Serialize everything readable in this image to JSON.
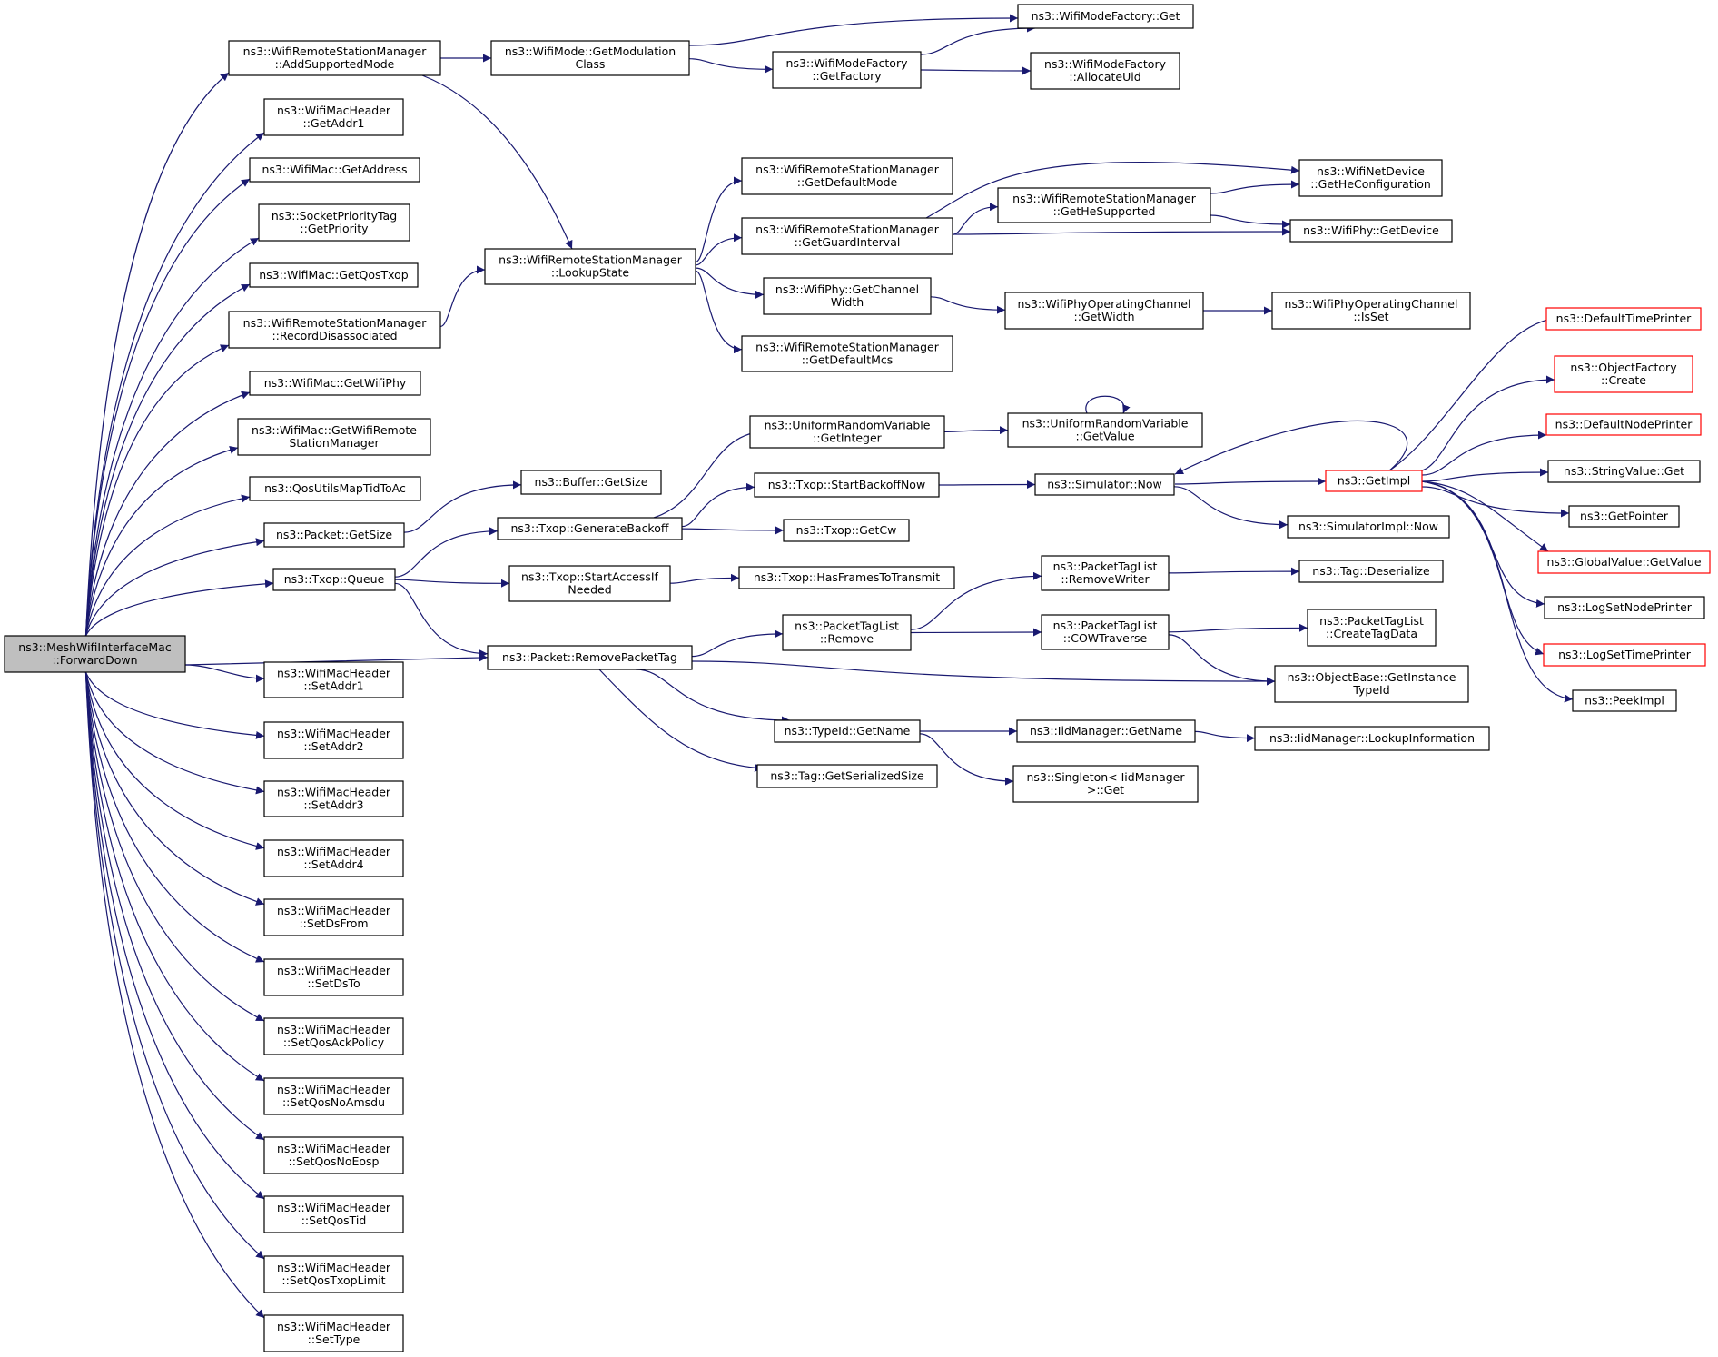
{
  "graph": {
    "title": "",
    "colors": {
      "edge": "#191970",
      "node_border": "#000000",
      "truncated_border": "#ff0000",
      "root_fill": "#bfbfbf",
      "node_fill": "#ffffff"
    },
    "nodes": [
      {
        "id": "forwarddown",
        "lines": [
          "ns3::MeshWifiInterfaceMac",
          "::ForwardDown"
        ],
        "root": true
      },
      {
        "id": "addsupportedmode",
        "lines": [
          "ns3::WifiRemoteStationManager",
          "::AddSupportedMode"
        ]
      },
      {
        "id": "getaddr1",
        "lines": [
          "ns3::WifiMacHeader",
          "::GetAddr1"
        ]
      },
      {
        "id": "getaddress",
        "lines": [
          "ns3::WifiMac::GetAddress"
        ]
      },
      {
        "id": "getpriority",
        "lines": [
          "ns3::SocketPriorityTag",
          "::GetPriority"
        ]
      },
      {
        "id": "getqostxop",
        "lines": [
          "ns3::WifiMac::GetQosTxop"
        ]
      },
      {
        "id": "recorddisassociated",
        "lines": [
          "ns3::WifiRemoteStationManager",
          "::RecordDisassociated"
        ]
      },
      {
        "id": "getwifiphy",
        "lines": [
          "ns3::WifiMac::GetWifiPhy"
        ]
      },
      {
        "id": "getwifiremotestationmanager",
        "lines": [
          "ns3::WifiMac::GetWifiRemote",
          "StationManager"
        ]
      },
      {
        "id": "qosutilsmaptidtoac",
        "lines": [
          "ns3::QosUtilsMapTidToAc"
        ]
      },
      {
        "id": "packetgetsize",
        "lines": [
          "ns3::Packet::GetSize"
        ]
      },
      {
        "id": "txopqueue",
        "lines": [
          "ns3::Txop::Queue"
        ]
      },
      {
        "id": "setaddr1",
        "lines": [
          "ns3::WifiMacHeader",
          "::SetAddr1"
        ]
      },
      {
        "id": "setaddr2",
        "lines": [
          "ns3::WifiMacHeader",
          "::SetAddr2"
        ]
      },
      {
        "id": "setaddr3",
        "lines": [
          "ns3::WifiMacHeader",
          "::SetAddr3"
        ]
      },
      {
        "id": "setaddr4",
        "lines": [
          "ns3::WifiMacHeader",
          "::SetAddr4"
        ]
      },
      {
        "id": "setdsfrom",
        "lines": [
          "ns3::WifiMacHeader",
          "::SetDsFrom"
        ]
      },
      {
        "id": "setdsto",
        "lines": [
          "ns3::WifiMacHeader",
          "::SetDsTo"
        ]
      },
      {
        "id": "setqosackpolicy",
        "lines": [
          "ns3::WifiMacHeader",
          "::SetQosAckPolicy"
        ]
      },
      {
        "id": "setqosnoamsdu",
        "lines": [
          "ns3::WifiMacHeader",
          "::SetQosNoAmsdu"
        ]
      },
      {
        "id": "setqosnoeosp",
        "lines": [
          "ns3::WifiMacHeader",
          "::SetQosNoEosp"
        ]
      },
      {
        "id": "setqostid",
        "lines": [
          "ns3::WifiMacHeader",
          "::SetQosTid"
        ]
      },
      {
        "id": "setqostxoplimit",
        "lines": [
          "ns3::WifiMacHeader",
          "::SetQosTxopLimit"
        ]
      },
      {
        "id": "settype",
        "lines": [
          "ns3::WifiMacHeader",
          "::SetType"
        ]
      },
      {
        "id": "getmodulationclass",
        "lines": [
          "ns3::WifiMode::GetModulation",
          "Class"
        ]
      },
      {
        "id": "lookupstate",
        "lines": [
          "ns3::WifiRemoteStationManager",
          "::LookupState"
        ]
      },
      {
        "id": "buffergetsize",
        "lines": [
          "ns3::Buffer::GetSize"
        ]
      },
      {
        "id": "generatebackoff",
        "lines": [
          "ns3::Txop::GenerateBackoff"
        ]
      },
      {
        "id": "startaccessifneeded",
        "lines": [
          "ns3::Txop::StartAccessIf",
          "Needed"
        ]
      },
      {
        "id": "removepackettag",
        "lines": [
          "ns3::Packet::RemovePacketTag"
        ]
      },
      {
        "id": "wifimodefactoryget",
        "lines": [
          "ns3::WifiModeFactory::Get"
        ]
      },
      {
        "id": "getfactory",
        "lines": [
          "ns3::WifiModeFactory",
          "::GetFactory"
        ]
      },
      {
        "id": "allocateuid",
        "lines": [
          "ns3::WifiModeFactory",
          "::AllocateUid"
        ]
      },
      {
        "id": "getdefaultmode",
        "lines": [
          "ns3::WifiRemoteStationManager",
          "::GetDefaultMode"
        ]
      },
      {
        "id": "getguardinterval",
        "lines": [
          "ns3::WifiRemoteStationManager",
          "::GetGuardInterval"
        ]
      },
      {
        "id": "getchannelwidth",
        "lines": [
          "ns3::WifiPhy::GetChannel",
          "Width"
        ]
      },
      {
        "id": "getdefaultmcs",
        "lines": [
          "ns3::WifiRemoteStationManager",
          "::GetDefaultMcs"
        ]
      },
      {
        "id": "uniformgetinteger",
        "lines": [
          "ns3::UniformRandomVariable",
          "::GetInteger"
        ]
      },
      {
        "id": "startbackoffnow",
        "lines": [
          "ns3::Txop::StartBackoffNow"
        ]
      },
      {
        "id": "txopgetcw",
        "lines": [
          "ns3::Txop::GetCw"
        ]
      },
      {
        "id": "hasframestotransmit",
        "lines": [
          "ns3::Txop::HasFramesToTransmit"
        ]
      },
      {
        "id": "packettaglistremove",
        "lines": [
          "ns3::PacketTagList",
          "::Remove"
        ]
      },
      {
        "id": "typeidgetname",
        "lines": [
          "ns3::TypeId::GetName"
        ]
      },
      {
        "id": "taggetserializedsize",
        "lines": [
          "ns3::Tag::GetSerializedSize"
        ]
      },
      {
        "id": "gethesupported",
        "lines": [
          "ns3::WifiRemoteStationManager",
          "::GetHeSupported"
        ]
      },
      {
        "id": "getheconfiguration",
        "lines": [
          "ns3::WifiNetDevice",
          "::GetHeConfiguration"
        ]
      },
      {
        "id": "wifiphygetdevice",
        "lines": [
          "ns3::WifiPhy::GetDevice"
        ]
      },
      {
        "id": "operatingchannelgetwidth",
        "lines": [
          "ns3::WifiPhyOperatingChannel",
          "::GetWidth"
        ]
      },
      {
        "id": "operatingchannelisset",
        "lines": [
          "ns3::WifiPhyOperatingChannel",
          "::IsSet"
        ]
      },
      {
        "id": "uniformgetvalue",
        "lines": [
          "ns3::UniformRandomVariable",
          "::GetValue"
        ]
      },
      {
        "id": "simulatornow",
        "lines": [
          "ns3::Simulator::Now"
        ]
      },
      {
        "id": "simulatorimplnow",
        "lines": [
          "ns3::SimulatorImpl::Now"
        ]
      },
      {
        "id": "removewriter",
        "lines": [
          "ns3::PacketTagList",
          "::RemoveWriter"
        ]
      },
      {
        "id": "cowtraverse",
        "lines": [
          "ns3::PacketTagList",
          "::COWTraverse"
        ]
      },
      {
        "id": "tagdeserialize",
        "lines": [
          "ns3::Tag::Deserialize"
        ]
      },
      {
        "id": "createtagdata",
        "lines": [
          "ns3::PacketTagList",
          "::CreateTagData"
        ]
      },
      {
        "id": "getinstancetypeid",
        "lines": [
          "ns3::ObjectBase::GetInstance",
          "TypeId"
        ]
      },
      {
        "id": "iidmanagergetname",
        "lines": [
          "ns3::IidManager::GetName"
        ]
      },
      {
        "id": "singletonget",
        "lines": [
          "ns3::Singleton< IidManager",
          ">::Get"
        ]
      },
      {
        "id": "lookupinformation",
        "lines": [
          "ns3::IidManager::LookupInformation"
        ]
      },
      {
        "id": "getimpl",
        "lines": [
          "ns3::GetImpl"
        ],
        "truncated": true
      },
      {
        "id": "defaulttimeprinter",
        "lines": [
          "ns3::DefaultTimePrinter"
        ],
        "truncated": true
      },
      {
        "id": "objectfactorycreate",
        "lines": [
          "ns3::ObjectFactory",
          "::Create"
        ],
        "truncated": true
      },
      {
        "id": "defaultnodeprinter",
        "lines": [
          "ns3::DefaultNodePrinter"
        ],
        "truncated": true
      },
      {
        "id": "stringvalueget",
        "lines": [
          "ns3::StringValue::Get"
        ]
      },
      {
        "id": "getpointer",
        "lines": [
          "ns3::GetPointer"
        ]
      },
      {
        "id": "globalvaluegetvalue",
        "lines": [
          "ns3::GlobalValue::GetValue"
        ],
        "truncated": true
      },
      {
        "id": "logsetnodeprinter",
        "lines": [
          "ns3::LogSetNodePrinter"
        ]
      },
      {
        "id": "logsettimeprinter",
        "lines": [
          "ns3::LogSetTimePrinter"
        ],
        "truncated": true
      },
      {
        "id": "peekimpl",
        "lines": [
          "ns3::PeekImpl"
        ]
      }
    ],
    "edges": [
      {
        "from": "forwarddown",
        "to": "addsupportedmode"
      },
      {
        "from": "forwarddown",
        "to": "getaddr1"
      },
      {
        "from": "forwarddown",
        "to": "getaddress"
      },
      {
        "from": "forwarddown",
        "to": "getpriority"
      },
      {
        "from": "forwarddown",
        "to": "getqostxop"
      },
      {
        "from": "forwarddown",
        "to": "recorddisassociated"
      },
      {
        "from": "forwarddown",
        "to": "getwifiphy"
      },
      {
        "from": "forwarddown",
        "to": "getwifiremotestationmanager"
      },
      {
        "from": "forwarddown",
        "to": "qosutilsmaptidtoac"
      },
      {
        "from": "forwarddown",
        "to": "packetgetsize"
      },
      {
        "from": "forwarddown",
        "to": "txopqueue"
      },
      {
        "from": "forwarddown",
        "to": "removepackettag"
      },
      {
        "from": "forwarddown",
        "to": "setaddr1"
      },
      {
        "from": "forwarddown",
        "to": "setaddr2"
      },
      {
        "from": "forwarddown",
        "to": "setaddr3"
      },
      {
        "from": "forwarddown",
        "to": "setaddr4"
      },
      {
        "from": "forwarddown",
        "to": "setdsfrom"
      },
      {
        "from": "forwarddown",
        "to": "setdsto"
      },
      {
        "from": "forwarddown",
        "to": "setqosackpolicy"
      },
      {
        "from": "forwarddown",
        "to": "setqosnoamsdu"
      },
      {
        "from": "forwarddown",
        "to": "setqosnoeosp"
      },
      {
        "from": "forwarddown",
        "to": "setqostid"
      },
      {
        "from": "forwarddown",
        "to": "setqostxoplimit"
      },
      {
        "from": "forwarddown",
        "to": "settype"
      },
      {
        "from": "addsupportedmode",
        "to": "getmodulationclass"
      },
      {
        "from": "addsupportedmode",
        "to": "lookupstate"
      },
      {
        "from": "getmodulationclass",
        "to": "wifimodefactoryget"
      },
      {
        "from": "getmodulationclass",
        "to": "getfactory"
      },
      {
        "from": "getfactory",
        "to": "wifimodefactoryget"
      },
      {
        "from": "getfactory",
        "to": "allocateuid"
      },
      {
        "from": "recorddisassociated",
        "to": "lookupstate"
      },
      {
        "from": "lookupstate",
        "to": "getdefaultmode"
      },
      {
        "from": "lookupstate",
        "to": "getguardinterval"
      },
      {
        "from": "lookupstate",
        "to": "getchannelwidth"
      },
      {
        "from": "lookupstate",
        "to": "getdefaultmcs"
      },
      {
        "from": "getguardinterval",
        "to": "gethesupported"
      },
      {
        "from": "getguardinterval",
        "to": "getheconfiguration"
      },
      {
        "from": "getguardinterval",
        "to": "wifiphygetdevice"
      },
      {
        "from": "gethesupported",
        "to": "getheconfiguration"
      },
      {
        "from": "gethesupported",
        "to": "wifiphygetdevice"
      },
      {
        "from": "getchannelwidth",
        "to": "operatingchannelgetwidth"
      },
      {
        "from": "operatingchannelgetwidth",
        "to": "operatingchannelisset"
      },
      {
        "from": "packetgetsize",
        "to": "buffergetsize"
      },
      {
        "from": "txopqueue",
        "to": "generatebackoff"
      },
      {
        "from": "txopqueue",
        "to": "startaccessifneeded"
      },
      {
        "from": "txopqueue",
        "to": "removepackettag"
      },
      {
        "from": "generatebackoff",
        "to": "uniformgetinteger"
      },
      {
        "from": "generatebackoff",
        "to": "startbackoffnow"
      },
      {
        "from": "generatebackoff",
        "to": "txopgetcw"
      },
      {
        "from": "uniformgetinteger",
        "to": "uniformgetvalue"
      },
      {
        "from": "uniformgetvalue",
        "to": "uniformgetvalue"
      },
      {
        "from": "startbackoffnow",
        "to": "simulatornow"
      },
      {
        "from": "startaccessifneeded",
        "to": "hasframestotransmit"
      },
      {
        "from": "simulatornow",
        "to": "getimpl"
      },
      {
        "from": "simulatornow",
        "to": "simulatorimplnow"
      },
      {
        "from": "getimpl",
        "to": "simulatornow"
      },
      {
        "from": "getimpl",
        "to": "defaulttimeprinter"
      },
      {
        "from": "getimpl",
        "to": "objectfactorycreate"
      },
      {
        "from": "getimpl",
        "to": "defaultnodeprinter"
      },
      {
        "from": "getimpl",
        "to": "stringvalueget"
      },
      {
        "from": "getimpl",
        "to": "getpointer"
      },
      {
        "from": "getimpl",
        "to": "globalvaluegetvalue"
      },
      {
        "from": "getimpl",
        "to": "logsetnodeprinter"
      },
      {
        "from": "getimpl",
        "to": "logsettimeprinter"
      },
      {
        "from": "getimpl",
        "to": "peekimpl"
      },
      {
        "from": "removepackettag",
        "to": "packettaglistremove"
      },
      {
        "from": "removepackettag",
        "to": "getinstancetypeid"
      },
      {
        "from": "removepackettag",
        "to": "typeidgetname"
      },
      {
        "from": "removepackettag",
        "to": "taggetserializedsize"
      },
      {
        "from": "packettaglistremove",
        "to": "removewriter"
      },
      {
        "from": "packettaglistremove",
        "to": "cowtraverse"
      },
      {
        "from": "removewriter",
        "to": "tagdeserialize"
      },
      {
        "from": "cowtraverse",
        "to": "createtagdata"
      },
      {
        "from": "cowtraverse",
        "to": "getinstancetypeid"
      },
      {
        "from": "typeidgetname",
        "to": "iidmanagergetname"
      },
      {
        "from": "typeidgetname",
        "to": "singletonget"
      },
      {
        "from": "iidmanagergetname",
        "to": "lookupinformation"
      }
    ]
  }
}
